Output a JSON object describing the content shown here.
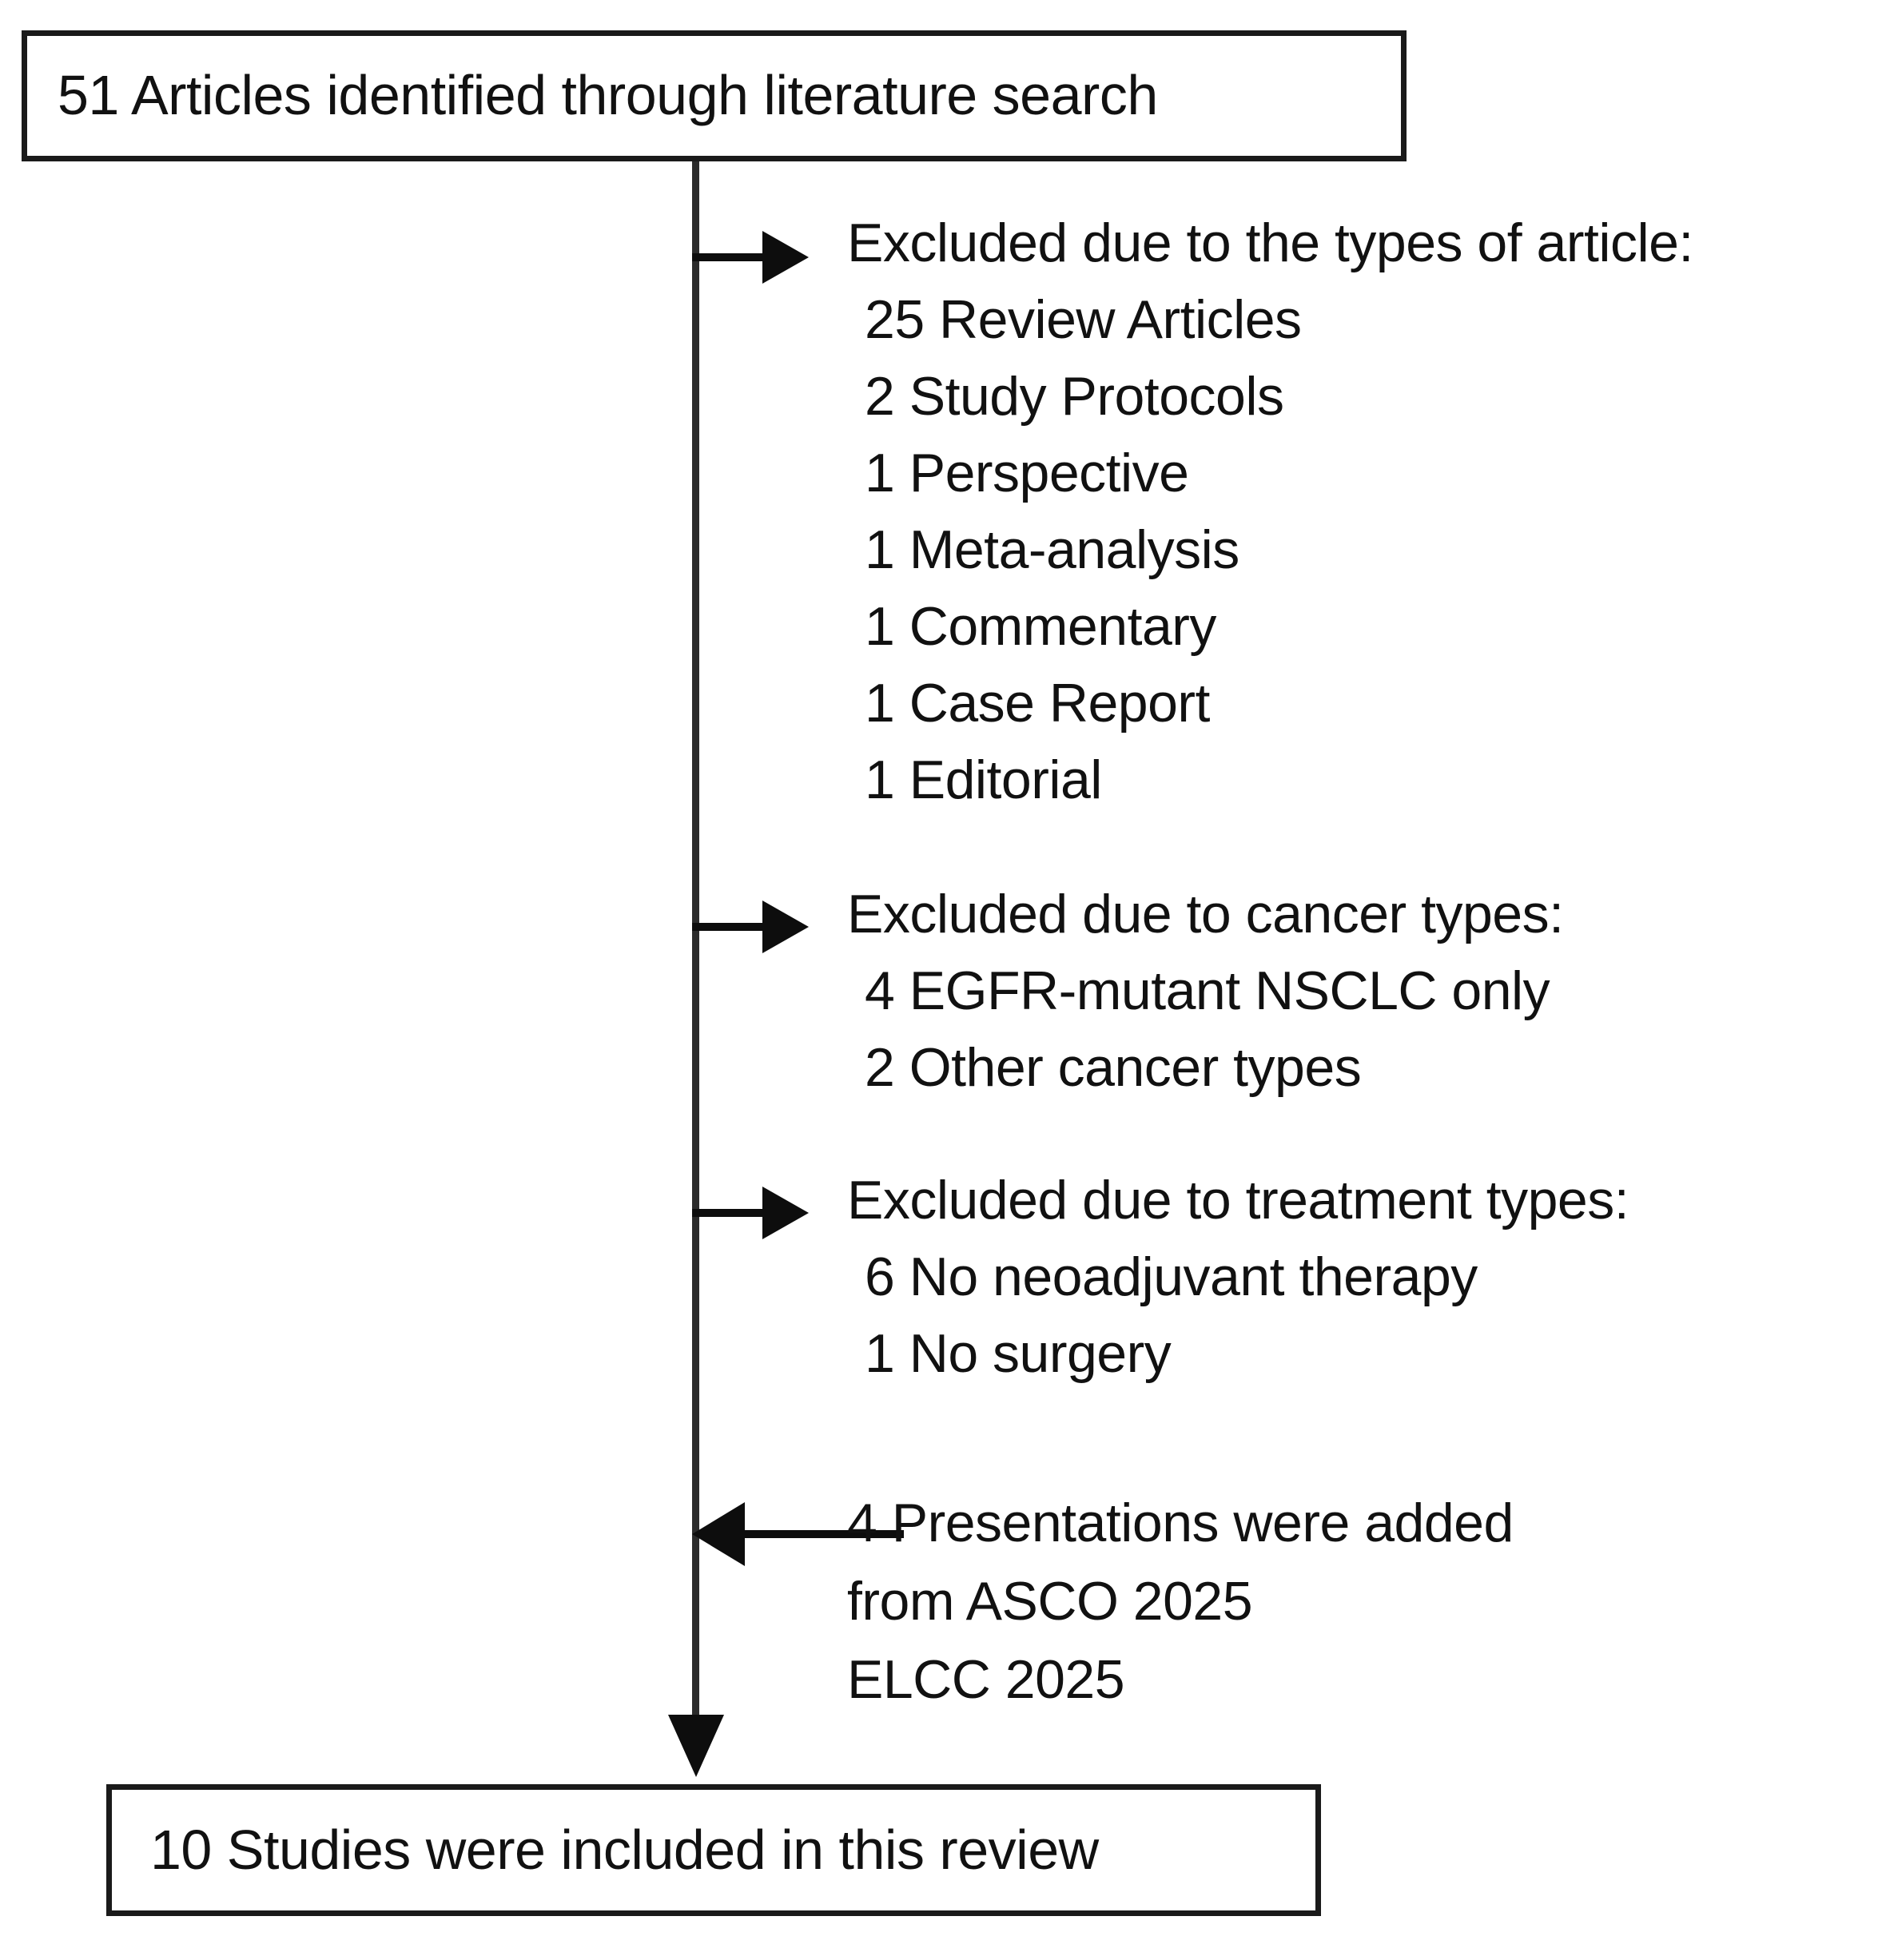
{
  "diagram": {
    "type": "prisma-study-selection-flowchart",
    "nodes": {
      "identified": {
        "label": "51 Articles identified through literature search",
        "count": 51
      },
      "included": {
        "label": "10 Studies were included in this review",
        "count": 10
      }
    },
    "exclusions": [
      {
        "id": "article-types",
        "heading": "Excluded due to the types of article:",
        "items": [
          "25 Review Articles",
          "2 Study Protocols",
          "1 Perspective",
          "1 Meta-analysis",
          "1 Commentary",
          "1 Case Report",
          "1 Editorial"
        ]
      },
      {
        "id": "cancer-types",
        "heading": "Excluded due to cancer types:",
        "items": [
          "4 EGFR-mutant NSCLC only",
          "2 Other cancer types"
        ]
      },
      {
        "id": "treatment-types",
        "heading": "Excluded due to treatment types:",
        "items": [
          "6 No neoadjuvant therapy",
          "1 No surgery"
        ]
      }
    ],
    "additions": {
      "id": "conference-additions",
      "lines": [
        "4 Presentations were added",
        "from ASCO 2025",
        "ELCC 2025"
      ]
    },
    "colors": {
      "box_border": "#1a1a1a",
      "connector": "#0d0d0d",
      "stem": "#2b2b2b",
      "text": "#111111",
      "background": "#ffffff"
    }
  }
}
